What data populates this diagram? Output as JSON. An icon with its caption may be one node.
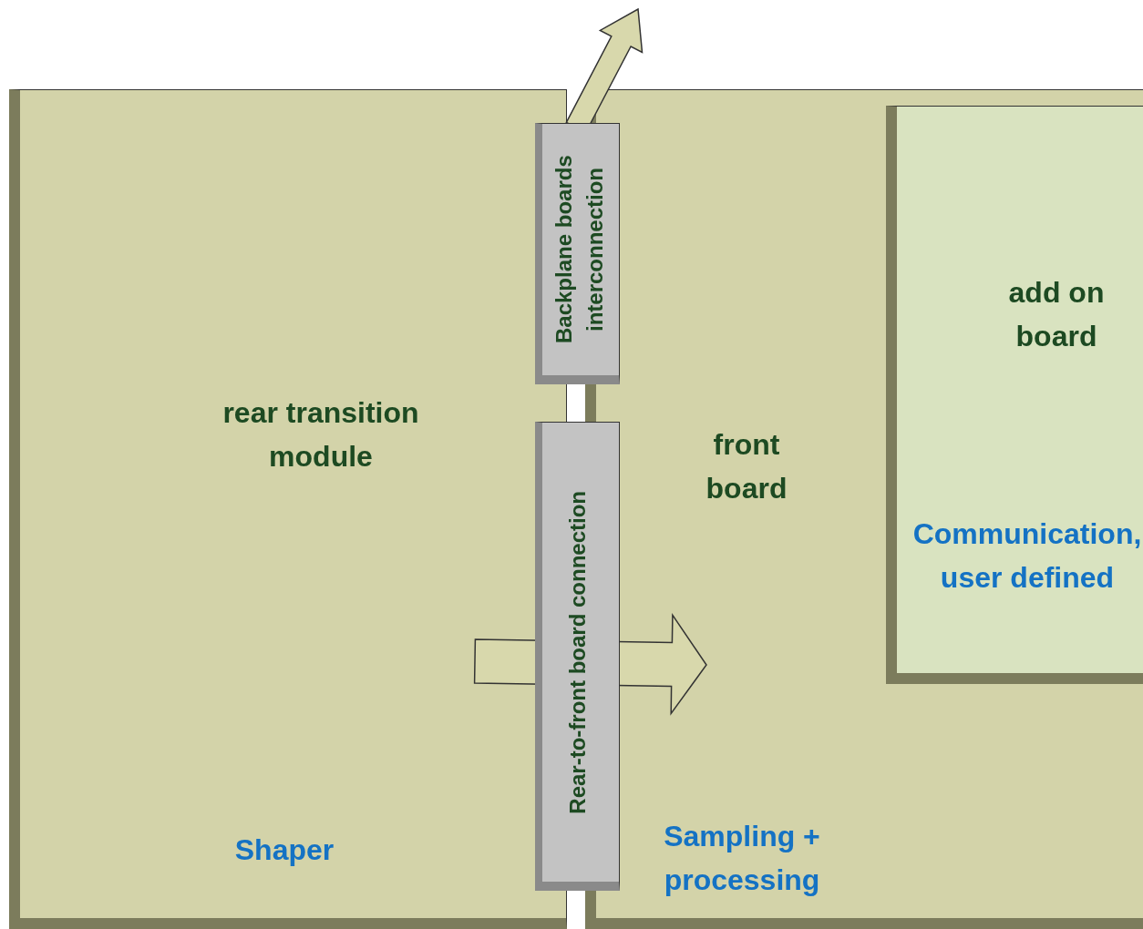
{
  "diagram": {
    "nodes": [
      {
        "text": [
          "rear transition module",
          "Shaper"
        ]
      },
      {
        "text": [
          "front board",
          "Sampling + processing"
        ]
      },
      {
        "text": [
          "add on board",
          "Communication, user defined"
        ],
        "in": 1
      },
      {
        "text": [
          "Backplane boards interconnection"
        ]
      },
      {
        "text": [
          "Rear-to-front board connection"
        ]
      }
    ],
    "edges": [
      {
        "from": 3,
        "to": null,
        "arrow": "to"
      },
      {
        "from": 0,
        "to": 1,
        "arrow": "to"
      }
    ]
  }
}
